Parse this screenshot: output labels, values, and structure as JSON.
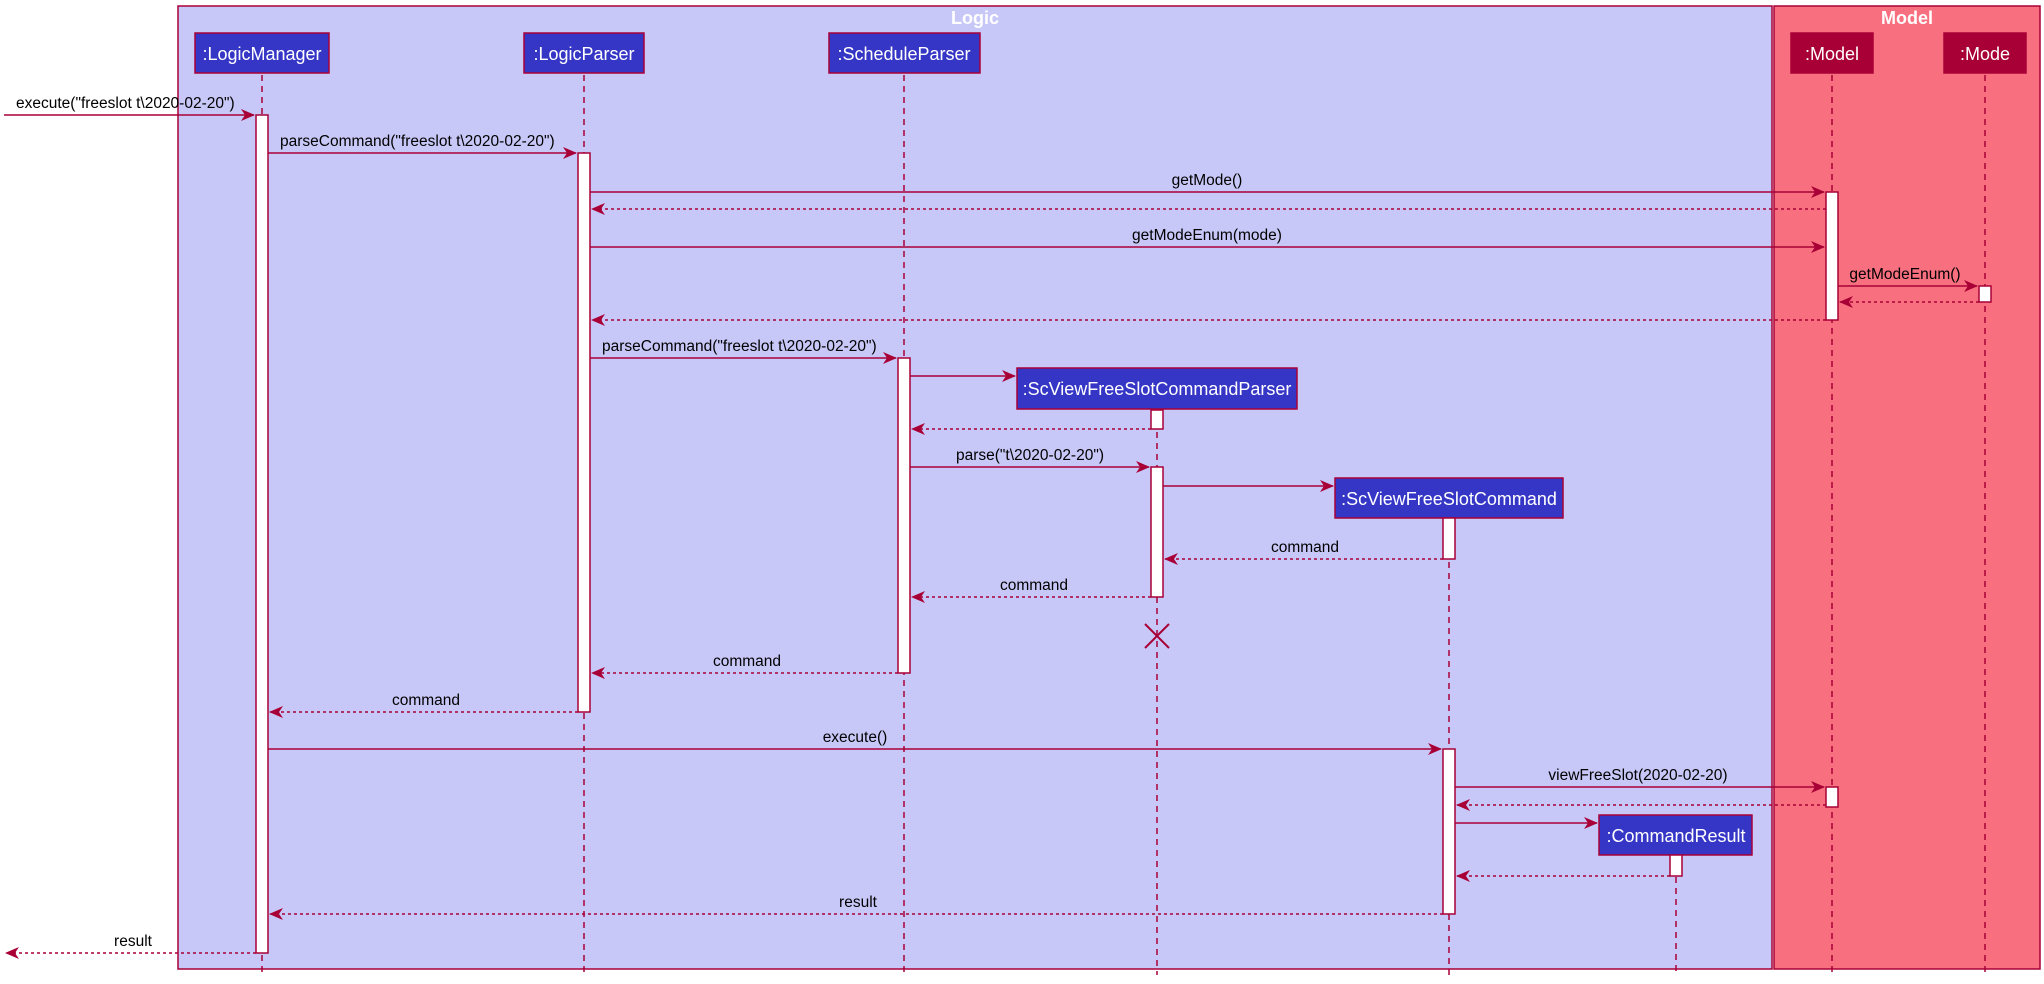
{
  "colors": {
    "logic_box": "#c8c8f8",
    "model_box": "#f86f7f",
    "participant_fill": "#3636c6",
    "line": "#a80036"
  },
  "boxes": {
    "logic": "Logic",
    "model": "Model"
  },
  "participants": {
    "logic_manager": ":LogicManager",
    "logic_parser": ":LogicParser",
    "schedule_parser": ":ScheduleParser",
    "model": ":Model",
    "mode": ":Mode",
    "sc_view_free_slot_command_parser": ":ScViewFreeSlotCommandParser",
    "sc_view_free_slot_command": ":ScViewFreeSlotCommand",
    "command_result": ":CommandResult"
  },
  "messages": {
    "execute_input": "execute(\"freeslot t\\2020-02-20\")",
    "parse_command_1": "parseCommand(\"freeslot t\\2020-02-20\")",
    "get_mode": "getMode()",
    "get_mode_enum_mode": "getModeEnum(mode)",
    "get_mode_enum": "getModeEnum()",
    "parse_command_2": "parseCommand(\"freeslot t\\2020-02-20\")",
    "parse": "parse(\"t\\2020-02-20\")",
    "return_command_1": "command",
    "return_command_2": "command",
    "return_command_3": "command",
    "return_command_4": "command",
    "execute": "execute()",
    "view_free_slot": "viewFreeSlot(2020-02-20)",
    "return_result": "result",
    "final_result": "result"
  }
}
